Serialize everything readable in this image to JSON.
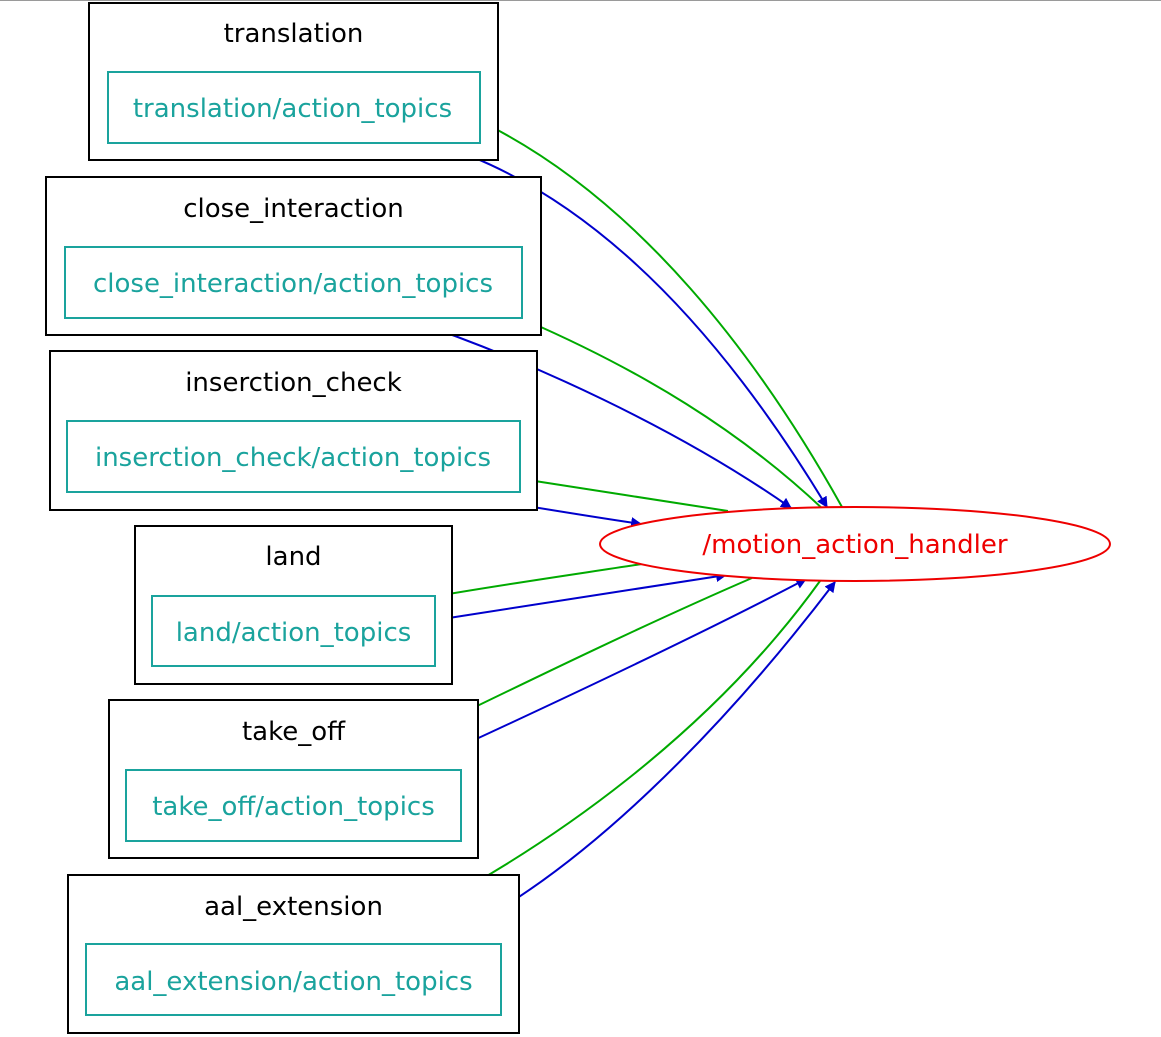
{
  "colors": {
    "cluster_border": "#000000",
    "topic": "#1aa39d",
    "node": "#ee0000",
    "publish_edge": "#0000cc",
    "subscribe_edge": "#00aa00"
  },
  "node": {
    "label": "/motion_action_handler"
  },
  "clusters": [
    {
      "label": "translation",
      "topic": "translation/action_topics"
    },
    {
      "label": "close_interaction",
      "topic": "close_interaction/action_topics"
    },
    {
      "label": "inserction_check",
      "topic": "inserction_check/action_topics"
    },
    {
      "label": "land",
      "topic": "land/action_topics"
    },
    {
      "label": "take_off",
      "topic": "take_off/action_topics"
    },
    {
      "label": "aal_extension",
      "topic": "aal_extension/action_topics"
    }
  ]
}
